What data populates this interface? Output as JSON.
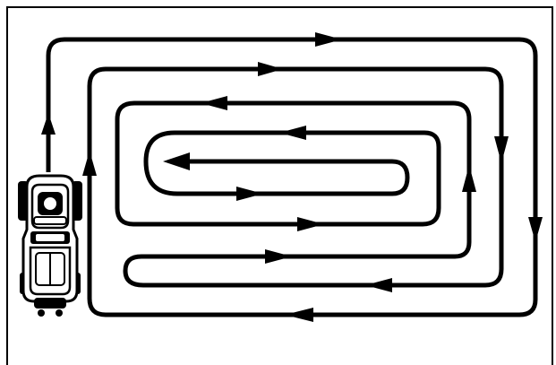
{
  "diagram": {
    "type": "mowing-pattern",
    "stroke_color": "#000000",
    "background_color": "#ffffff",
    "paths": [
      {
        "name": "outer-loop-path"
      },
      {
        "name": "second-loop-path"
      },
      {
        "name": "third-loop-path"
      },
      {
        "name": "inner-loop-path"
      }
    ],
    "arrows": [
      {
        "name": "arrow-up-left-outer",
        "direction": "up"
      },
      {
        "name": "arrow-right-top-outer",
        "direction": "right"
      },
      {
        "name": "arrow-down-right-outer",
        "direction": "down"
      },
      {
        "name": "arrow-left-bottom-outer",
        "direction": "left"
      },
      {
        "name": "arrow-up-left-second",
        "direction": "up"
      },
      {
        "name": "arrow-right-top-second",
        "direction": "right"
      },
      {
        "name": "arrow-down-right-second",
        "direction": "down"
      },
      {
        "name": "arrow-left-bottom-second",
        "direction": "left"
      },
      {
        "name": "arrow-right-lower-hook",
        "direction": "right"
      },
      {
        "name": "arrow-left-top-third",
        "direction": "left"
      },
      {
        "name": "arrow-right-bottom-third",
        "direction": "right"
      },
      {
        "name": "arrow-up-right-third",
        "direction": "up"
      },
      {
        "name": "arrow-left-top-inner",
        "direction": "left"
      },
      {
        "name": "arrow-left-center-inner",
        "direction": "left"
      },
      {
        "name": "arrow-right-bottom-inner",
        "direction": "right"
      }
    ],
    "mower_icon": "riding-mower-icon"
  }
}
